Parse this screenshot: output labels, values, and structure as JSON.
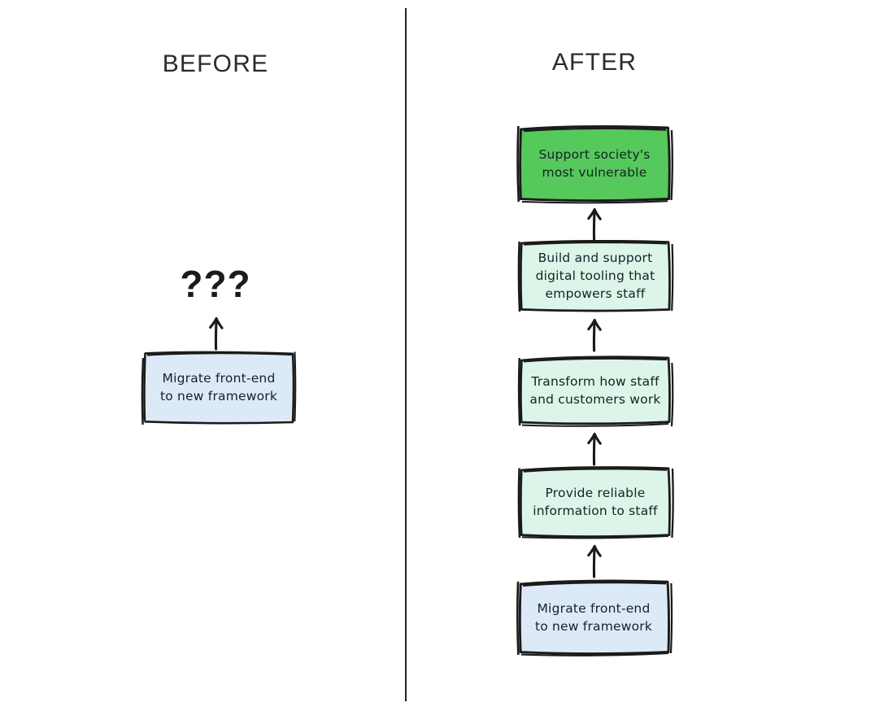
{
  "columns": {
    "before": {
      "header": "BEFORE",
      "unknown_marker": "???",
      "box": {
        "label": "Migrate front-end\nto new framework",
        "fill": "#DCEAF7"
      }
    },
    "after": {
      "header": "AFTER",
      "boxes": [
        {
          "label": "Support society's\nmost vulnerable",
          "fill": "#55C95B",
          "level": "outcome"
        },
        {
          "label": "Build and support\ndigital tooling that\nempowers staff",
          "fill": "#DCF5E8",
          "level": "capability"
        },
        {
          "label": "Transform how staff\nand customers work",
          "fill": "#DCF5E8",
          "level": "change"
        },
        {
          "label": "Provide reliable\ninformation to staff",
          "fill": "#DCF5E8",
          "level": "enabler"
        },
        {
          "label": "Migrate front-end\nto new framework",
          "fill": "#DCEAF7",
          "level": "task"
        }
      ]
    }
  },
  "colors": {
    "stroke": "#1B1B1B",
    "divider": "#222222",
    "green_outcome": "#55C95B",
    "mint": "#DCF5E8",
    "blue": "#DCEAF7",
    "text": "#17202A",
    "header_text": "#2B2B2B",
    "background": "#FFFFFF"
  }
}
